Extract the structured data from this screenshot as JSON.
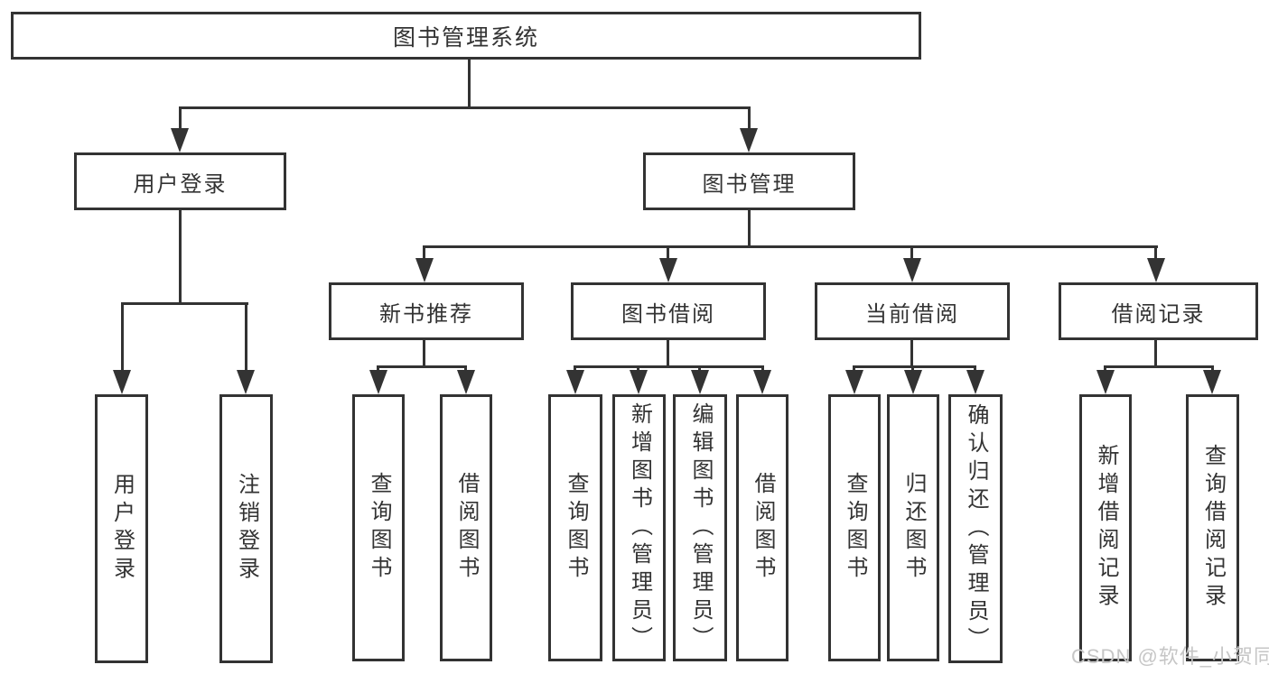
{
  "tree": {
    "label": "图书管理系统",
    "children": [
      {
        "label": "用户登录",
        "children": [
          {
            "label": "用户登录"
          },
          {
            "label": "注销登录"
          }
        ]
      },
      {
        "label": "图书管理",
        "children": [
          {
            "label": "新书推荐",
            "children": [
              {
                "label": "查询图书"
              },
              {
                "label": "借阅图书"
              }
            ]
          },
          {
            "label": "图书借阅",
            "children": [
              {
                "label": "查询图书"
              },
              {
                "label": "新增图书（管理员）"
              },
              {
                "label": "编辑图书（管理员）"
              },
              {
                "label": "借阅图书"
              }
            ]
          },
          {
            "label": "当前借阅",
            "children": [
              {
                "label": "查询图书"
              },
              {
                "label": "归还图书"
              },
              {
                "label": "确认归还（管理员）"
              }
            ]
          },
          {
            "label": "借阅记录",
            "children": [
              {
                "label": "新增借阅记录"
              },
              {
                "label": "查询借阅记录"
              }
            ]
          }
        ]
      }
    ]
  },
  "watermark": {
    "text": "CSDN @软件_小贺同学"
  },
  "colors": {
    "line": "#333333",
    "box_border": "#333333",
    "text": "#333333",
    "background": "#ffffff",
    "watermark": "#c6c6c6"
  }
}
